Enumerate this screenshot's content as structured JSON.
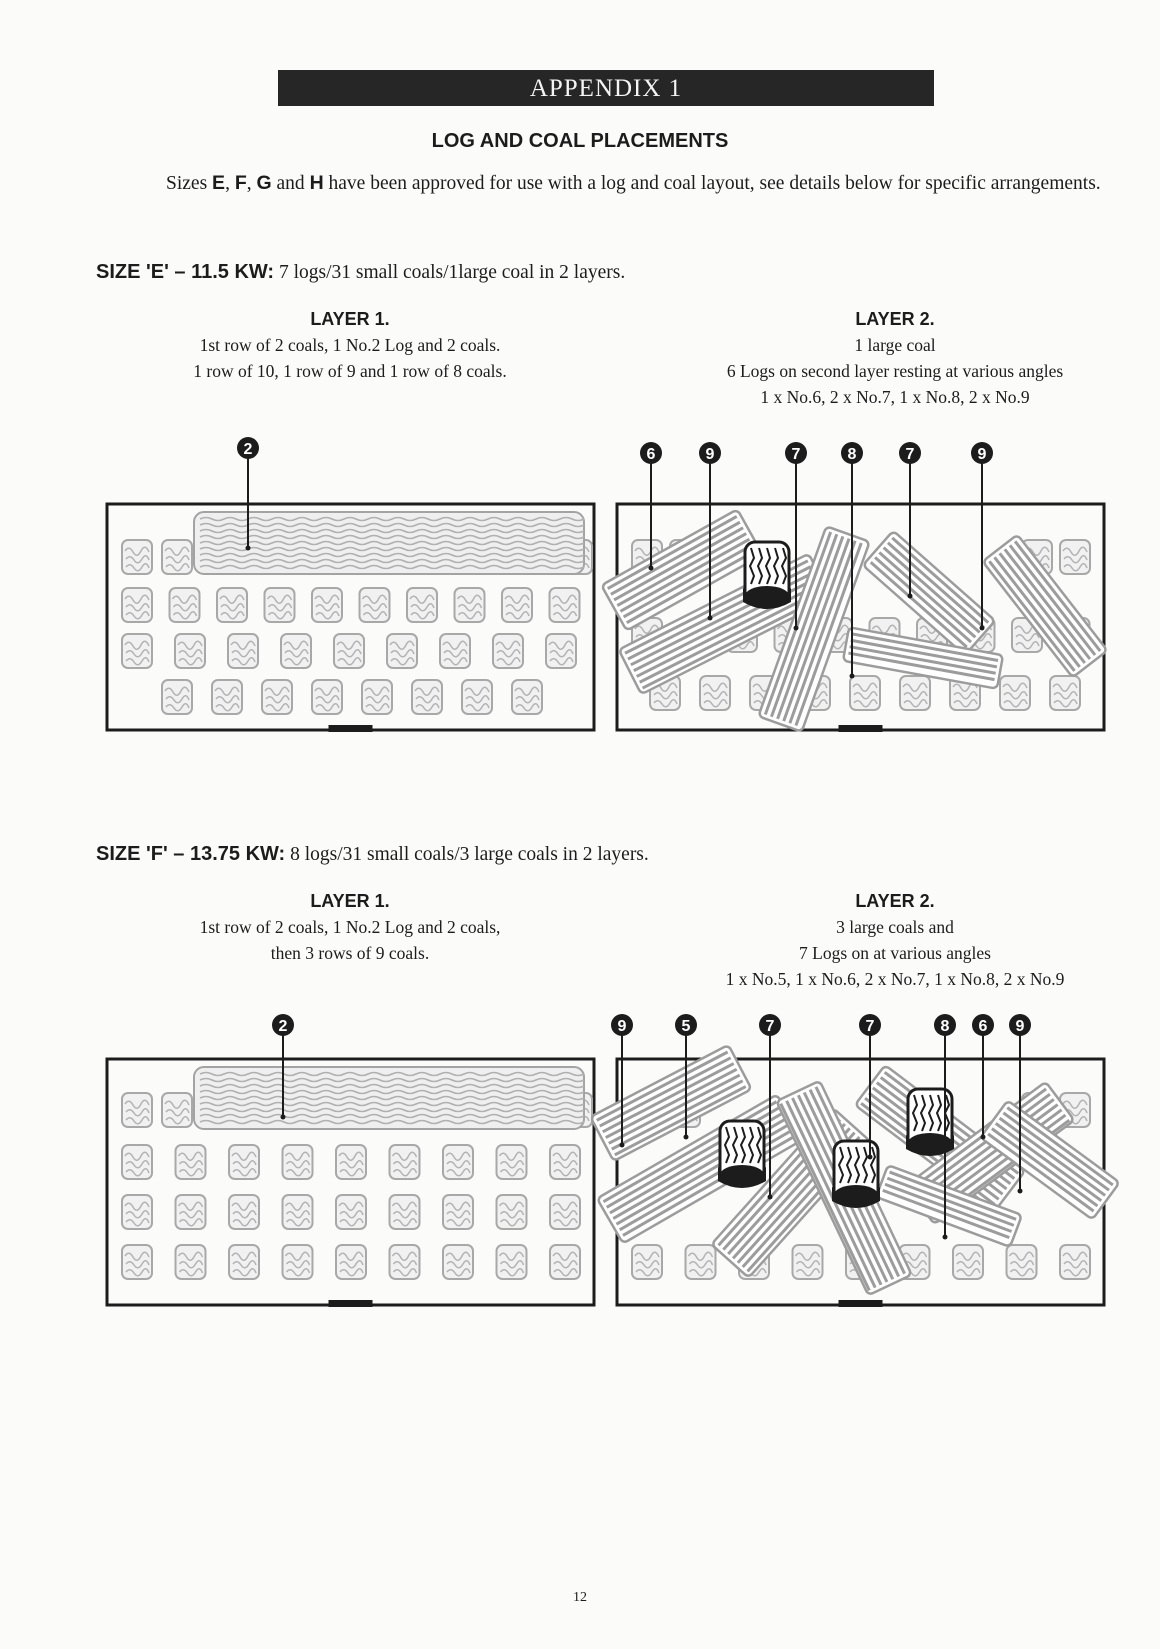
{
  "appendix_title": "APPENDIX 1",
  "section_title": "LOG AND COAL PLACEMENTS",
  "intro": {
    "pre": "Sizes ",
    "e": "E",
    "comma1": ", ",
    "f": "F",
    "comma2": ", ",
    "g": "G",
    "and": " and ",
    "h": "H",
    "post": " have been approved for use with a log and coal layout, see details below  for specific arrangements."
  },
  "sizes": [
    {
      "label": "SIZE 'E' – 11.5 KW:",
      "desc": "7 logs/31 small coals/1large coal in 2 layers.",
      "layer1": {
        "title": "LAYER 1.",
        "lines": [
          "1st row of 2 coals, 1 No.2 Log and 2 coals.",
          "1 row of 10, 1 row of 9 and 1 row of 8 coals."
        ],
        "callouts": [
          "2"
        ]
      },
      "layer2": {
        "title": "LAYER 2.",
        "lines": [
          "1 large coal",
          "6 Logs on second layer resting at various angles",
          "1 x No.6, 2 x No.7, 1 x No.8, 2 x No.9"
        ],
        "callouts": [
          "6",
          "9",
          "7",
          "8",
          "7",
          "9"
        ]
      }
    },
    {
      "label": "SIZE 'F' – 13.75 KW:",
      "desc": "8 logs/31 small coals/3 large coals in 2 layers.",
      "layer1": {
        "title": "LAYER 1.",
        "lines": [
          "1st row of 2 coals, 1 No.2 Log and 2 coals,",
          "then 3 rows of 9 coals."
        ],
        "callouts": [
          "2"
        ]
      },
      "layer2": {
        "title": "LAYER 2.",
        "lines": [
          "3 large coals and",
          "7 Logs on at various angles",
          "1 x No.5, 1 x No.6, 2 x No.7, 1 x No.8, 2 x No.9"
        ],
        "callouts": [
          "9",
          "5",
          "7",
          "7",
          "8",
          "6",
          "9"
        ]
      }
    }
  ],
  "page_number": "12",
  "colors": {
    "ink": "#1c1c1c",
    "log": "#9c9c9c",
    "banner": "#262626"
  }
}
